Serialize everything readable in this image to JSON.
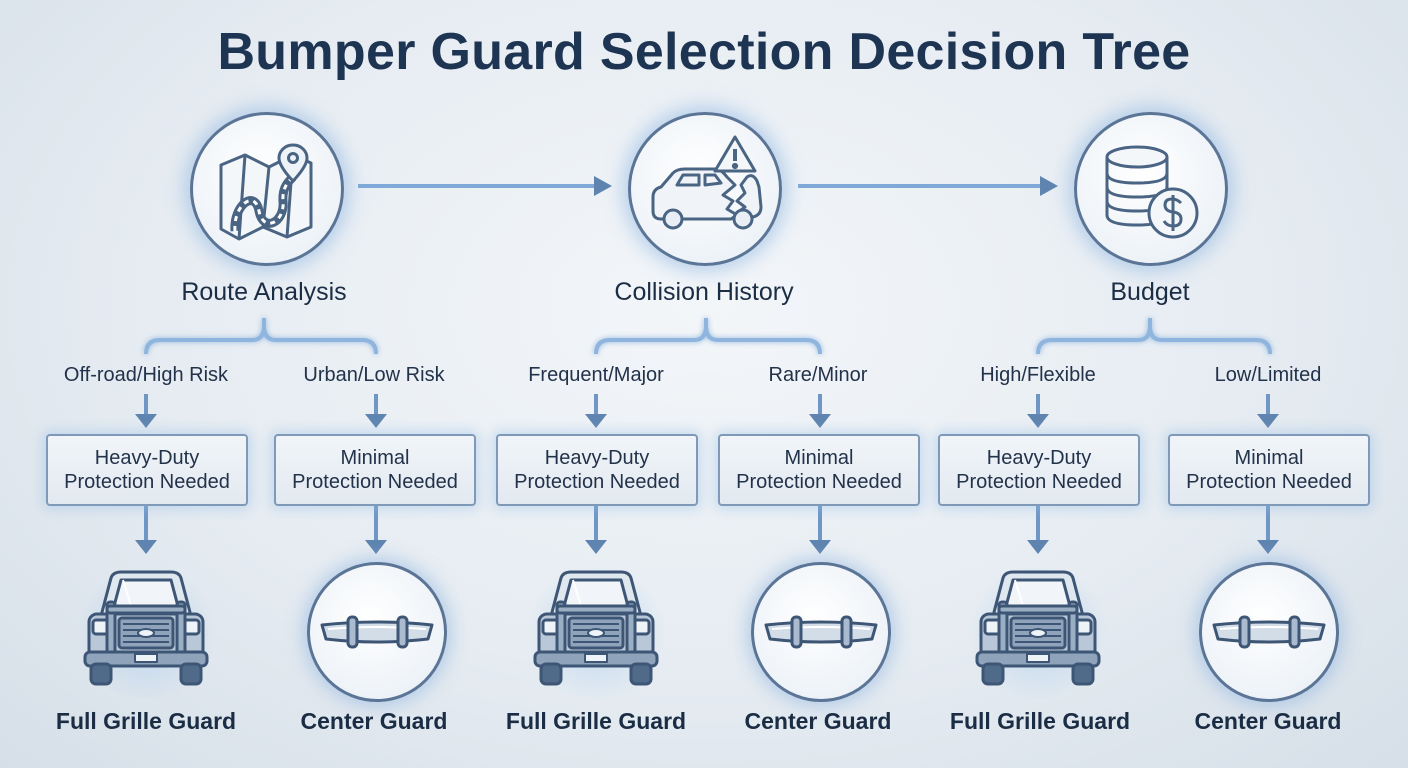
{
  "title": "Bumper Guard Selection Decision Tree",
  "factors": [
    {
      "label": "Route Analysis",
      "icon": "map-route-icon",
      "branches": [
        {
          "condition": "Off-road/High Risk",
          "need_line1": "Heavy-Duty",
          "need_line2": "Protection Needed",
          "result": "Full Grille Guard",
          "result_icon": "full-grille-guard-truck-icon"
        },
        {
          "condition": "Urban/Low Risk",
          "need_line1": "Minimal",
          "need_line2": "Protection Needed",
          "result": "Center Guard",
          "result_icon": "center-guard-icon"
        }
      ]
    },
    {
      "label": "Collision History",
      "icon": "car-collision-warning-icon",
      "branches": [
        {
          "condition": "Frequent/Major",
          "need_line1": "Heavy-Duty",
          "need_line2": "Protection Needed",
          "result": "Full Grille Guard",
          "result_icon": "full-grille-guard-truck-icon"
        },
        {
          "condition": "Rare/Minor",
          "need_line1": "Minimal",
          "need_line2": "Protection Needed",
          "result": "Center Guard",
          "result_icon": "center-guard-icon"
        }
      ]
    },
    {
      "label": "Budget",
      "icon": "coins-dollar-icon",
      "branches": [
        {
          "condition": "High/Flexible",
          "need_line1": "Heavy-Duty",
          "need_line2": "Protection Needed",
          "result": "Full Grille Guard",
          "result_icon": "full-grille-guard-truck-icon"
        },
        {
          "condition": "Low/Limited",
          "need_line1": "Minimal",
          "need_line2": "Protection Needed",
          "result": "Center Guard",
          "result_icon": "center-guard-icon"
        }
      ]
    }
  ],
  "colors": {
    "title": "#1d3452",
    "outline": "#5b7597",
    "arrow": "#5f84b0",
    "glow": "#8fbbe8"
  }
}
